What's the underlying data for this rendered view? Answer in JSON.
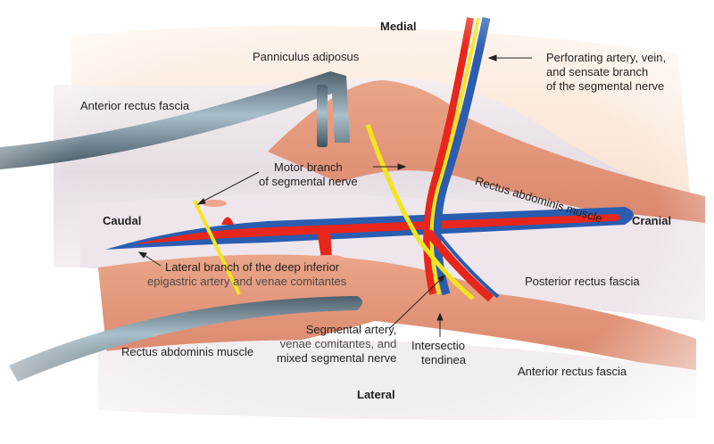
{
  "figure": {
    "orientation": {
      "medial": "Medial",
      "lateral": "Lateral",
      "caudal": "Caudal",
      "cranial": "Cranial"
    },
    "labels": {
      "panniculus": "Panniculus adiposus",
      "anterior_fascia_top": "Anterior rectus fascia",
      "perforating": [
        "Perforating artery, vein,",
        "and sensate branch",
        "of the segmental nerve"
      ],
      "motor_branch": [
        "Motor branch",
        "of segmental nerve"
      ],
      "rectus_upper": "Rectus abdominis muscle",
      "lateral_branch": [
        "Lateral branch of the deep inferior",
        "epigastric artery and venae comitantes"
      ],
      "posterior_fascia": "Posterior rectus fascia",
      "segmental": [
        "Segmental artery,",
        "venae comitantes, and",
        "mixed segmental nerve"
      ],
      "intersectio": [
        "Intersectio",
        "tendinea"
      ],
      "rectus_lower": "Rectus abdominis muscle",
      "anterior_fascia_bottom": "Anterior rectus fascia"
    },
    "colors": {
      "artery": "#e8261c",
      "vein": "#2a5db0",
      "nerve": "#f3e51c",
      "muscle": "#e79a7e",
      "fat": "#f9e6d6",
      "fascia": "#ece6ea",
      "retractor": "#6f8491"
    }
  }
}
